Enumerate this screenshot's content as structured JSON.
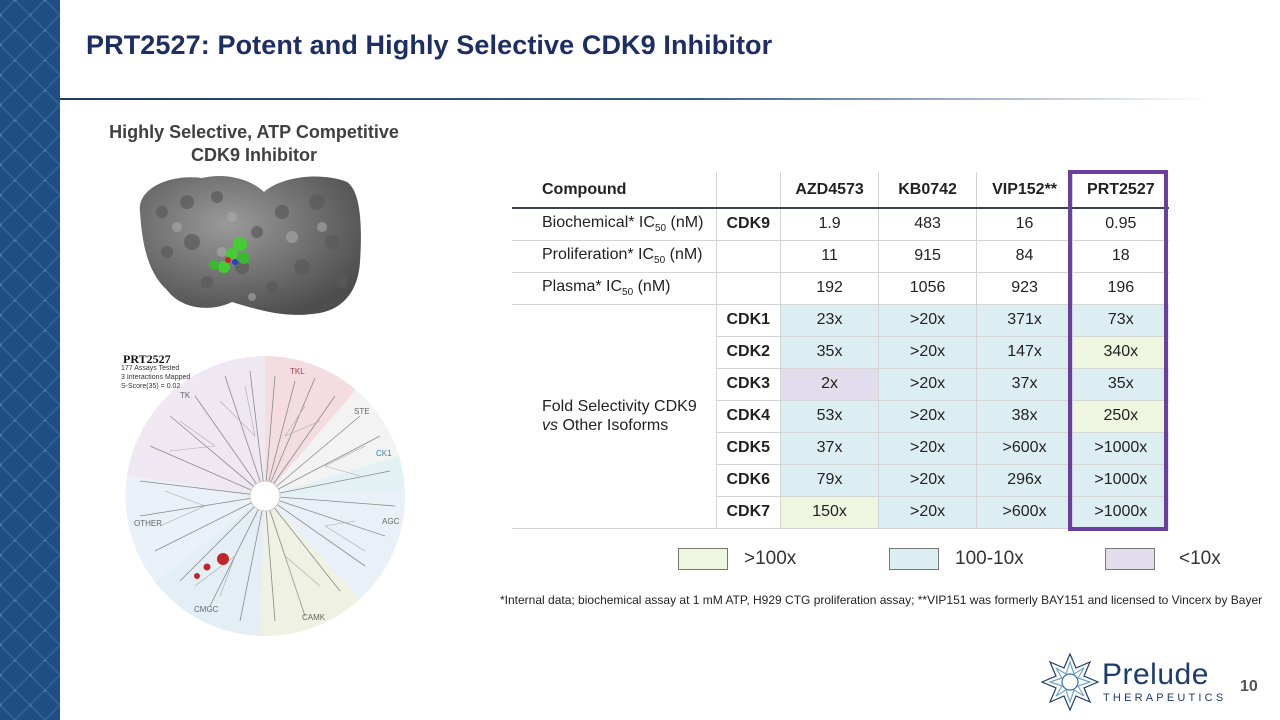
{
  "slide": {
    "title": "PRT2527: Potent and Highly Selective CDK9 Inhibitor",
    "subtitle_line1": "Highly Selective, ATP Competitive",
    "subtitle_line2": "CDK9 Inhibitor",
    "page_number": "10"
  },
  "kinome": {
    "compound": "PRT2527",
    "info_line1": "177 Assays Tested",
    "info_line2": "3 Interactions Mapped",
    "info_line3": "S-Score(35) = 0.02",
    "groups": [
      "TKL",
      "STE",
      "CK1",
      "AGC",
      "CAMK",
      "CMGC",
      "OTHER",
      "TK"
    ]
  },
  "table": {
    "headers": [
      "Compound",
      "",
      "AZD4573",
      "KB0742",
      "VIP152**",
      "PRT2527"
    ],
    "biochem": {
      "label": "Biochemical* IC",
      "sub": "50",
      "unit": " (nM)",
      "target": "CDK9",
      "values": [
        "1.9",
        "483",
        "16",
        "0.95"
      ]
    },
    "prolif": {
      "label": "Proliferation* IC",
      "sub": "50",
      "unit": " (nM)",
      "values": [
        "11",
        "915",
        "84",
        "18"
      ]
    },
    "plasma": {
      "label": "Plasma* IC",
      "sub": "50",
      "unit": " (nM)",
      "values": [
        "192",
        "1056",
        "923",
        "196"
      ]
    },
    "fold_label_line1": "Fold Selectivity CDK9",
    "fold_label_vs": "vs",
    "fold_label_line2": " Other Isoforms",
    "fold_rows": [
      {
        "isoform": "CDK1",
        "values": [
          "23x",
          ">20x",
          "371x",
          "73x"
        ],
        "colors": [
          "blue",
          "blue",
          "blue",
          "blue"
        ]
      },
      {
        "isoform": "CDK2",
        "values": [
          "35x",
          ">20x",
          "147x",
          "340x"
        ],
        "colors": [
          "blue",
          "blue",
          "blue",
          "green"
        ]
      },
      {
        "isoform": "CDK3",
        "values": [
          "2x",
          ">20x",
          "37x",
          "35x"
        ],
        "colors": [
          "purple",
          "blue",
          "blue",
          "blue"
        ]
      },
      {
        "isoform": "CDK4",
        "values": [
          "53x",
          ">20x",
          "38x",
          "250x"
        ],
        "colors": [
          "blue",
          "blue",
          "blue",
          "green"
        ]
      },
      {
        "isoform": "CDK5",
        "values": [
          "37x",
          ">20x",
          ">600x",
          ">1000x"
        ],
        "colors": [
          "blue",
          "blue",
          "blue",
          "blue"
        ]
      },
      {
        "isoform": "CDK6",
        "values": [
          "79x",
          ">20x",
          "296x",
          ">1000x"
        ],
        "colors": [
          "blue",
          "blue",
          "blue",
          "blue"
        ]
      },
      {
        "isoform": "CDK7",
        "values": [
          "150x",
          ">20x",
          ">600x",
          ">1000x"
        ],
        "colors": [
          "green",
          "blue",
          "blue",
          "blue"
        ]
      }
    ]
  },
  "legend": {
    "green": ">100x",
    "blue": "100-10x",
    "purple": "<10x",
    "green_color": "#eef6df",
    "blue_color": "#ddeef3",
    "purple_color": "#e3dcec"
  },
  "footnote": "*Internal data; biochemical assay at 1 mM ATP, H929 CTG proliferation assay; **VIP151 was formerly BAY151 and licensed to Vincerx by Bayer",
  "logo": {
    "name": "Prelude",
    "tagline": "THERAPEUTICS"
  }
}
